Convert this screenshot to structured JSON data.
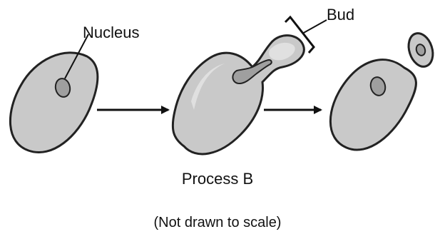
{
  "diagram": {
    "labels": {
      "nucleus": "Nucleus",
      "bud": "Bud"
    },
    "title": "Process B",
    "caption": "(Not drawn to scale)",
    "colors": {
      "cell_fill": "#c9c9c9",
      "cell_stroke": "#222222",
      "nucleus_fill": "#9f9f9f",
      "arrow": "#111111",
      "text": "#111111",
      "highlight": "#e0e0e0"
    }
  }
}
